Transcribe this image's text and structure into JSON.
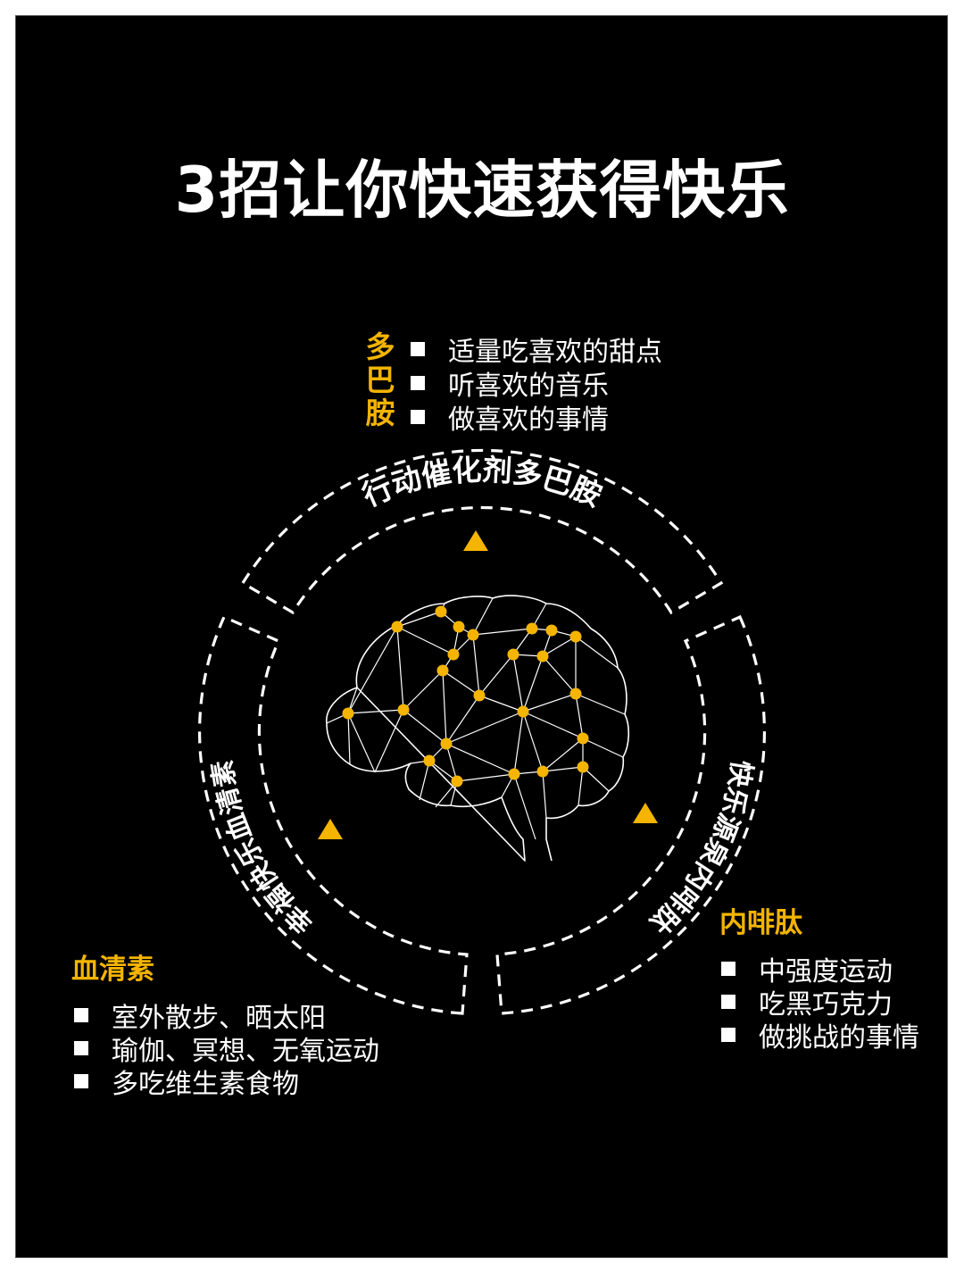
{
  "title": "3招让你快速获得快乐",
  "colors": {
    "background": "#000000",
    "accent": "#f4b400",
    "text": "#ffffff"
  },
  "dopamine": {
    "label_chars": [
      "多",
      "巴",
      "胺"
    ],
    "items": [
      "适量吃喜欢的甜点",
      "听喜欢的音乐",
      "做喜欢的事情"
    ]
  },
  "ring": {
    "top_label": "行动催化剂多巴胺",
    "right_label": "快乐源泉内啡肽",
    "left_label": "幸福快乐血清素"
  },
  "serotonin": {
    "heading": "血清素",
    "items": [
      "室外散步、晒太阳",
      "瑜伽、冥想、无氧运动",
      "多吃维生素食物"
    ]
  },
  "endorphin": {
    "heading": "内啡肽",
    "items": [
      "中强度运动",
      "吃黑巧克力",
      "做挑战的事情"
    ]
  },
  "icons": {
    "center": "brain-network-icon",
    "markers": "triangle-icon",
    "bullets": "square-bullet-icon"
  }
}
